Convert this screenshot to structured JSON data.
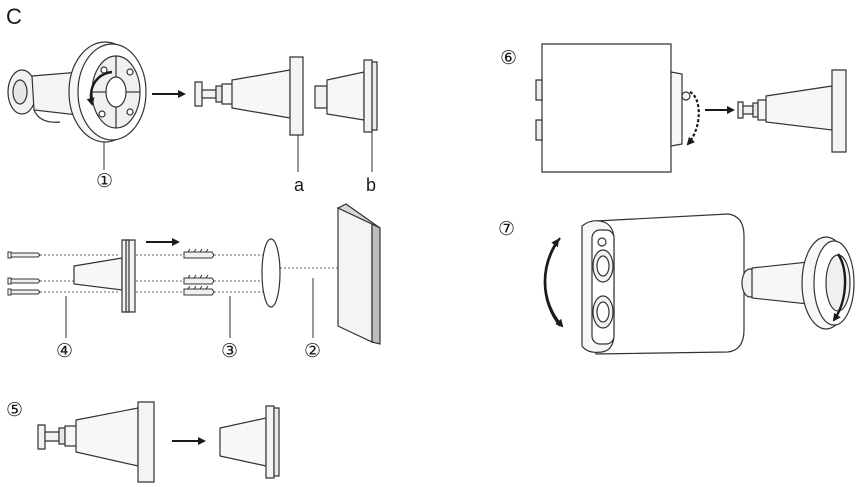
{
  "section_label": "C",
  "parts": {
    "a": "a",
    "b": "b"
  },
  "steps": {
    "s1": "①",
    "s2": "②",
    "s3": "③",
    "s4": "④",
    "s5": "⑤",
    "s6": "⑥",
    "s7": "⑦"
  }
}
